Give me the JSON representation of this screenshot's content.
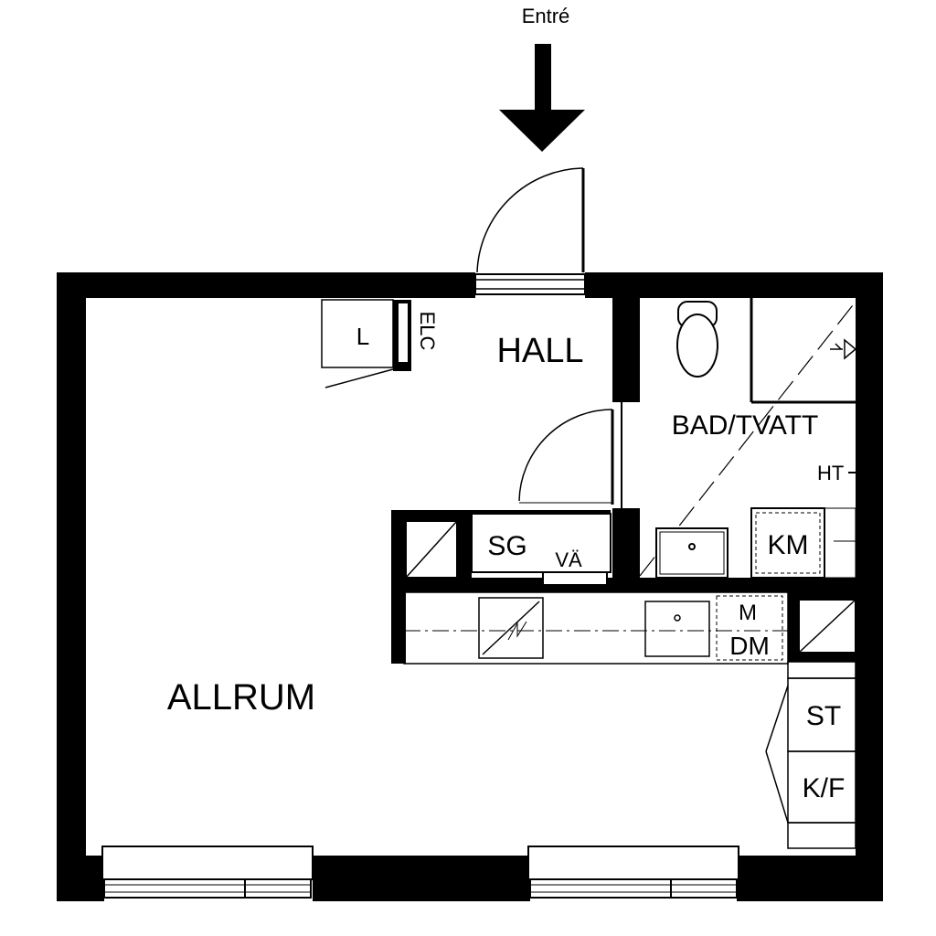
{
  "entrance": {
    "label": "Entré"
  },
  "rooms": {
    "hall": "HALL",
    "bath": "BAD/TVATT",
    "living": "ALLRUM"
  },
  "fixtures": {
    "linen_closet": "L",
    "electrical": "ELC",
    "heating": "HT",
    "wardrobe": "SG",
    "wall_cabinet": "VÄ",
    "washing_machine": "KM",
    "microwave": "M",
    "dishwasher": "DM",
    "storage": "ST",
    "fridge_freezer": "K/F"
  },
  "colors": {
    "ink": "#000000",
    "paper": "#ffffff"
  }
}
